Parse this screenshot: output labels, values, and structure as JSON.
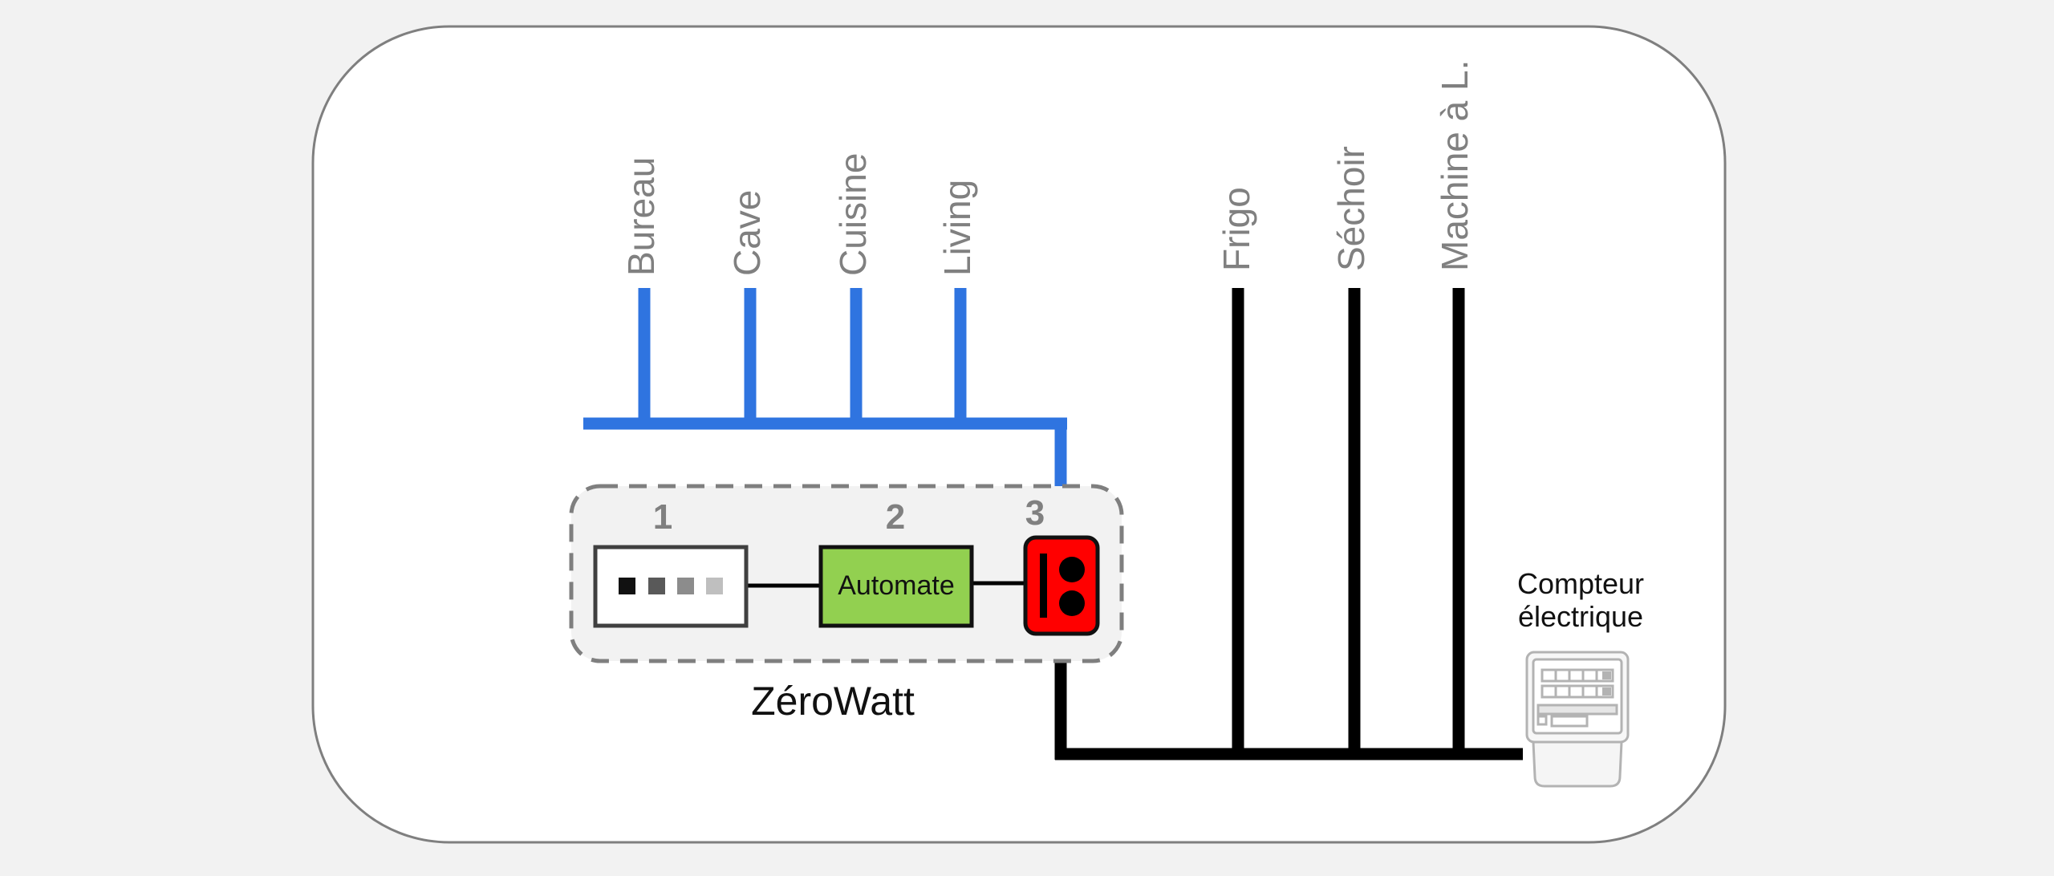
{
  "diagram": {
    "controlled_circuits": [
      "Bureau",
      "Cave",
      "Cuisine",
      "Living"
    ],
    "direct_circuits": [
      "Frigo",
      "Séchoir",
      "Machine à L."
    ],
    "zerowatt": {
      "name": "ZéroWatt",
      "module_numbers": [
        "1",
        "2",
        "3"
      ],
      "automate_label": "Automate"
    },
    "meter_label": [
      "Compteur",
      "électrique"
    ],
    "colors": {
      "controlled_bus": "#2f74e0",
      "direct_bus": "#000000",
      "automate_fill": "#92d050",
      "relay_fill": "#ff0000",
      "label_gray": "#808080",
      "enclosure_fill": "#f2f2f2"
    }
  }
}
